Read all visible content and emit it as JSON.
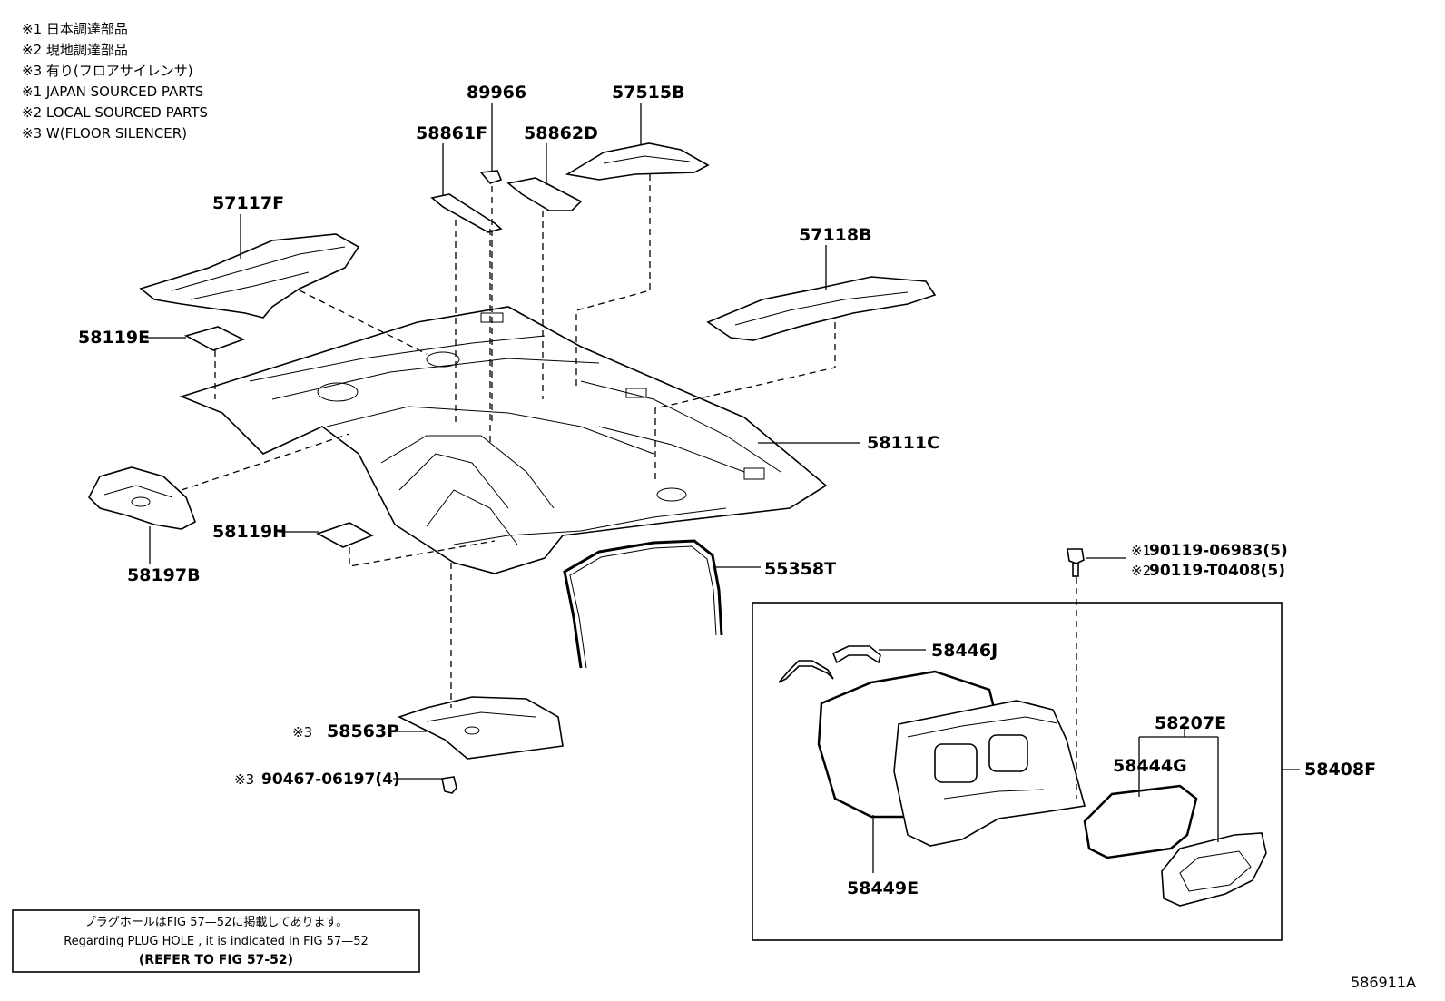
{
  "notes": [
    "※1 日本調達部品",
    "※2 現地調達部品",
    "※3 有り(フロアサイレンサ)",
    "※1 JAPAN SOURCED PARTS",
    "※2 LOCAL SOURCED PARTS",
    "※3 W(FLOOR SILENCER)"
  ],
  "parts": {
    "p89966": "89966",
    "p57515B": "57515B",
    "p58861F": "58861F",
    "p58862D": "58862D",
    "p57117F": "57117F",
    "p57118B": "57118B",
    "p58119E": "58119E",
    "p58111C": "58111C",
    "p58119H": "58119H",
    "p58197B": "58197B",
    "p55358T": "55358T",
    "p90119a": "90119-06983(5)",
    "p90119a_mark": "※1",
    "p90119b": "90119-T0408(5)",
    "p90119b_mark": "※2",
    "p58446J": "58446J",
    "p58207E": "58207E",
    "p58444G": "58444G",
    "p58408F": "58408F",
    "p58449E": "58449E",
    "p58563P": "58563P",
    "p58563P_mark": "※3",
    "p90467": "90467-06197(4)",
    "p90467_mark": "※3"
  },
  "reference_box": {
    "line1": "プラグホールはFIG 57—52に掲載してあります。",
    "line2": "Regarding  PLUG  HOLE , it is indicated in FIG  57—52",
    "line3": "(REFER TO FIG 57-52)"
  },
  "figure_id": "586911A"
}
